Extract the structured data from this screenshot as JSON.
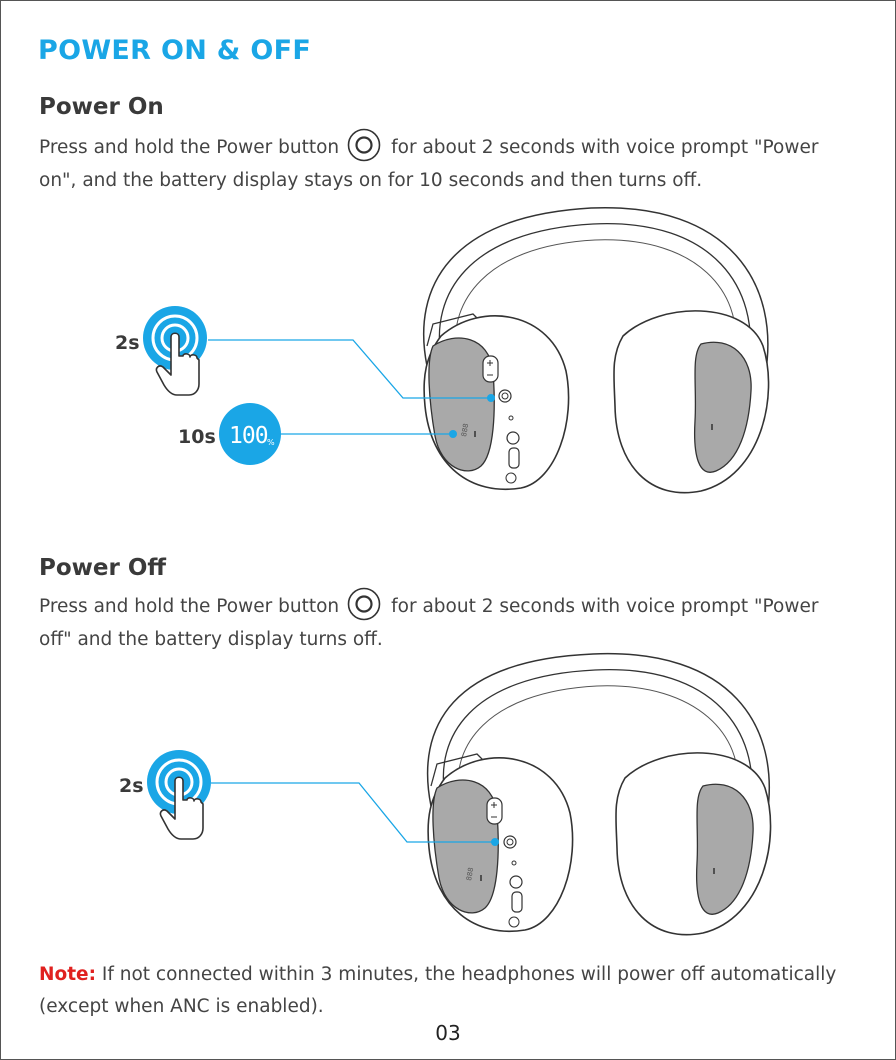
{
  "title": "POWER ON & OFF",
  "power_on": {
    "heading": "Power On",
    "text_before_icon": "Press and hold the Power button",
    "text_after_icon": "for about 2 seconds with voice prompt \"Power",
    "text_line2": "on\", and the battery display stays on for 10 seconds and then turns off.",
    "press_duration": "2s",
    "display_duration": "10s",
    "battery_display": "100",
    "battery_unit": "%"
  },
  "power_off": {
    "heading": "Power Off",
    "text_before_icon": "Press and hold the Power button",
    "text_after_icon": "for about 2 seconds with voice prompt \"Power",
    "text_line2": "off\" and the battery display turns off.",
    "press_duration": "2s"
  },
  "note": {
    "label": "Note:",
    "text_line1": "If not connected within 3 minutes, the headphones will power off automatically",
    "text_line2": "(except when ANC is enabled)."
  },
  "page_number": "03",
  "colors": {
    "accent": "#1aa6e6",
    "note_label": "#e0211f",
    "text": "#444444",
    "earcup_pad": "#aaaaaa"
  }
}
